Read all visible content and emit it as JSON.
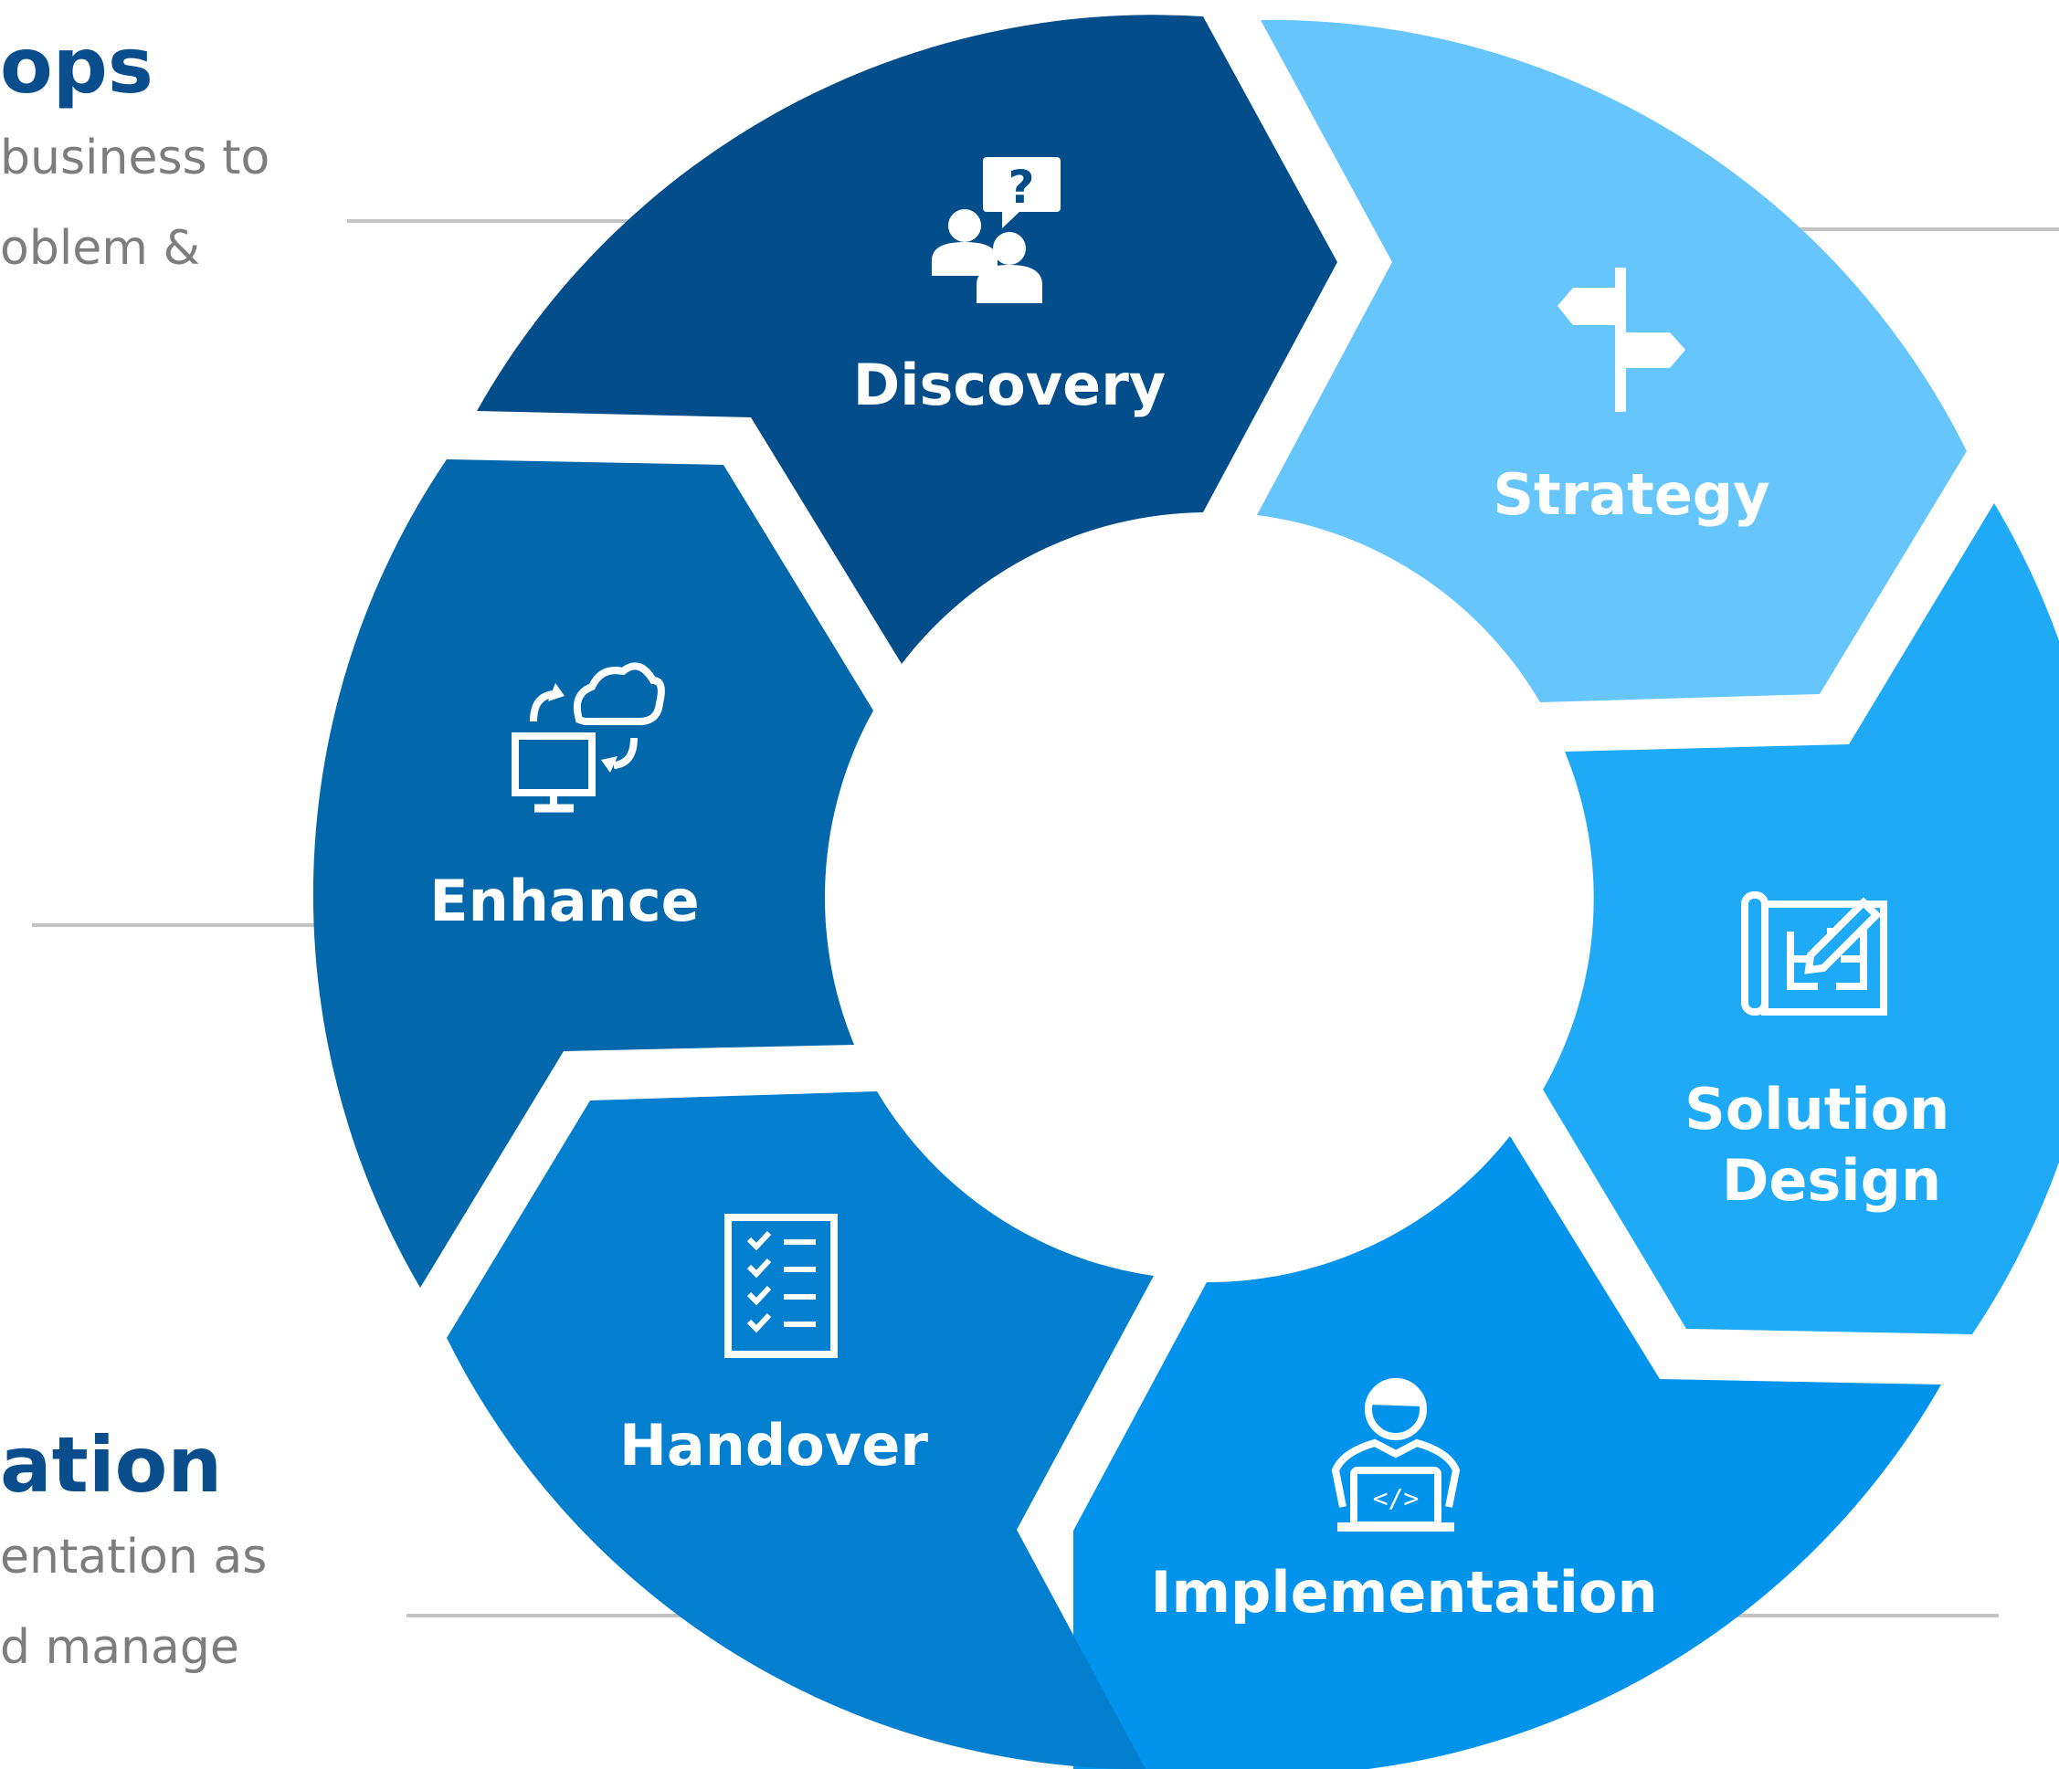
{
  "side_texts": {
    "top": {
      "title": "ops",
      "lines": [
        "business to",
        "oblem &"
      ]
    },
    "bottom": {
      "title": "ation",
      "lines": [
        "entation as",
        "d manage"
      ]
    }
  },
  "segments": [
    {
      "id": "discovery",
      "label_lines": [
        "Discovery"
      ],
      "color": "#034d8a",
      "icon": "discussion-question-icon"
    },
    {
      "id": "strategy",
      "label_lines": [
        "Strategy"
      ],
      "color": "#66c6fc",
      "icon": "signpost-icon"
    },
    {
      "id": "solution-design",
      "label_lines": [
        "Solution",
        "Design"
      ],
      "color": "#1eaaf7",
      "icon": "blueprint-icon"
    },
    {
      "id": "implementation",
      "label_lines": [
        "Implementation"
      ],
      "color": "#0294ec",
      "icon": "developer-laptop-icon"
    },
    {
      "id": "handover",
      "label_lines": [
        "Handover"
      ],
      "color": "#037fcf",
      "icon": "checklist-icon"
    },
    {
      "id": "enhance",
      "label_lines": [
        "Enhance"
      ],
      "color": "#0367ab",
      "icon": "cloud-sync-icon"
    }
  ]
}
